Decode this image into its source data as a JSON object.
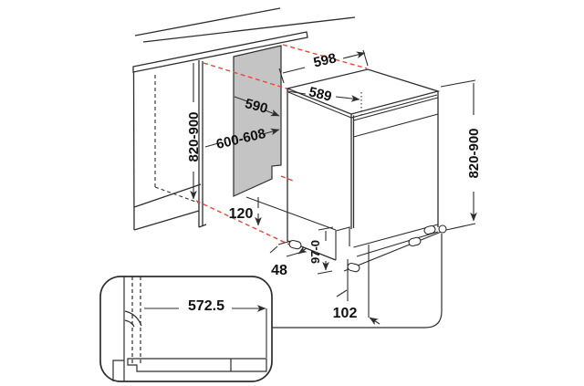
{
  "diagram": {
    "type": "built-under dishwasher installation dimensions (mm)",
    "colors": {
      "line": "#2e2e2e",
      "red_guide": "#dd4a3d",
      "panel_fill": "#c4c4c4",
      "text": "#111111"
    },
    "dimensions": {
      "unit_width": "598",
      "unit_depth": "589",
      "niche_depth": "590",
      "niche_width": "600-608",
      "niche_height": "820-900",
      "unit_height": "820-900",
      "plinth_height": "120",
      "front_offset": "48",
      "foot_adjust": "97-0",
      "plinth_recess": "102",
      "plinth_panel_width": "572.5"
    }
  }
}
